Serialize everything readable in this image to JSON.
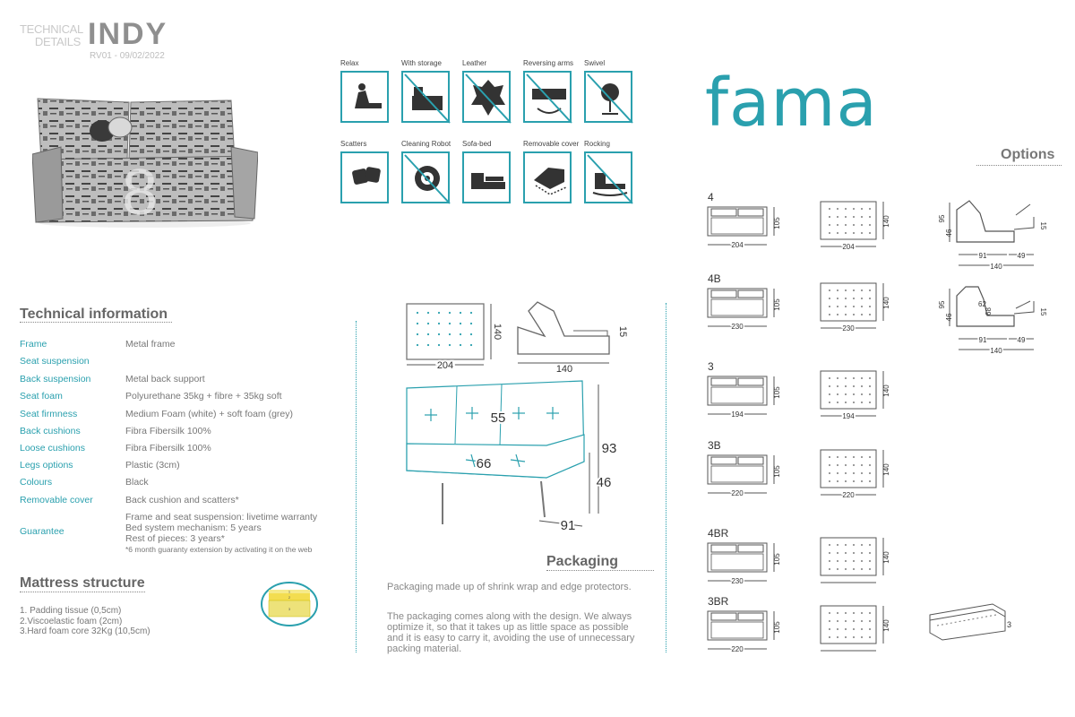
{
  "header": {
    "technical": "TECHNICAL",
    "details": "DETAILS",
    "title": "INDY",
    "revision": "RV01 - 09/02/2022"
  },
  "brand": {
    "logo": "fama",
    "color": "#2aa0ae"
  },
  "features": [
    {
      "label": "Relax",
      "icon": "relax-chair-icon",
      "available": true
    },
    {
      "label": "With storage",
      "icon": "storage-icon",
      "available": false
    },
    {
      "label": "Leather",
      "icon": "leather-hide-icon",
      "available": false
    },
    {
      "label": "Reversing arms",
      "icon": "reversing-arms-icon",
      "available": false
    },
    {
      "label": "Swivel",
      "icon": "swivel-chair-icon",
      "available": false
    },
    {
      "label": "Scatters",
      "icon": "scatter-cushions-icon",
      "available": true
    },
    {
      "label": "Cleaning Robot",
      "icon": "cleaning-robot-icon",
      "available": false
    },
    {
      "label": "Sofa-bed",
      "icon": "sofa-bed-icon",
      "available": true
    },
    {
      "label": "Removable cover",
      "icon": "removable-cover-icon",
      "available": true
    },
    {
      "label": "Rocking",
      "icon": "rocking-chair-icon",
      "available": false
    }
  ],
  "options_title": "Options",
  "technical_information": {
    "title": "Technical information",
    "rows": [
      {
        "label": "Frame",
        "value": "Metal frame"
      },
      {
        "label": "Seat suspension",
        "value": ""
      },
      {
        "label": "Back suspension",
        "value": "Metal back support"
      },
      {
        "label": "Seat foam",
        "value": "Polyurethane 35kg + fibre + 35kg soft"
      },
      {
        "label": "Seat firmness",
        "value": "Medium Foam (white) + soft foam (grey)"
      },
      {
        "label": "Back cushions",
        "value": "Fibra Fibersilk 100%"
      },
      {
        "label": "Loose cushions",
        "value": "Fibra Fibersilk 100%"
      },
      {
        "label": "Legs options",
        "value": "Plastic (3cm)"
      },
      {
        "label": "Colours",
        "value": "Black"
      },
      {
        "label": "Removable cover",
        "value": "Back cushion and scatters*"
      }
    ],
    "guarantee": {
      "label": "Guarantee",
      "lines": [
        "Frame and seat suspension: livetime warranty",
        "Bed system mechanism: 5 years",
        "Rest of pieces: 3 years*"
      ],
      "note": "*6 month guaranty extension by activating it on the web"
    }
  },
  "mattress": {
    "title": "Mattress structure",
    "items": [
      "1. Padding tissue (0,5cm)",
      "2.Viscoelastic foam (2cm)",
      "3.Hard foam core 32Kg (10,5cm)"
    ],
    "layer_labels": [
      "1",
      "2",
      "3"
    ]
  },
  "packaging": {
    "title": "Packaging",
    "p1": "Packaging made up of shrink wrap and edge protectors.",
    "p2": "The packaging comes along with the design. We always optimize it, so that it takes up as little space as possible and it is easy to carry it, avoiding the use of unnecessary packing material."
  },
  "main_drawing": {
    "bed_width": "204",
    "bed_length": "140",
    "mattress_thickness": "15",
    "open_depth": "140",
    "back_height": "55",
    "seat_width": "66",
    "total_height": "93",
    "seat_height": "46",
    "depth": "91"
  },
  "options": [
    {
      "name": "4",
      "sofa_width": "204",
      "sofa_depth": "105",
      "bed_width": "204",
      "bed_length": "140"
    },
    {
      "name": "4B",
      "sofa_width": "230",
      "sofa_depth": "105",
      "bed_width": "230",
      "bed_length": "140"
    },
    {
      "name": "3",
      "sofa_width": "194",
      "sofa_depth": "105",
      "bed_width": "194",
      "bed_length": "140"
    },
    {
      "name": "3B",
      "sofa_width": "220",
      "sofa_depth": "105",
      "bed_width": "220",
      "bed_length": "140"
    },
    {
      "name": "4BR",
      "sofa_width": "230",
      "sofa_depth": "105",
      "bed_width": "",
      "bed_length": "140"
    },
    {
      "name": "3BR",
      "sofa_width": "220",
      "sofa_depth": "105",
      "bed_width": "",
      "bed_length": "140"
    }
  ],
  "side_views": [
    {
      "height": "95",
      "seat": "46",
      "mattress": "15",
      "depth": "91",
      "ext": "49",
      "total": "140",
      "arm": ""
    },
    {
      "height": "95",
      "seat": "46",
      "mattress": "15",
      "depth": "91",
      "ext": "49",
      "total": "140",
      "arm": "62",
      "inner": "68"
    }
  ],
  "perspective_label": "3"
}
